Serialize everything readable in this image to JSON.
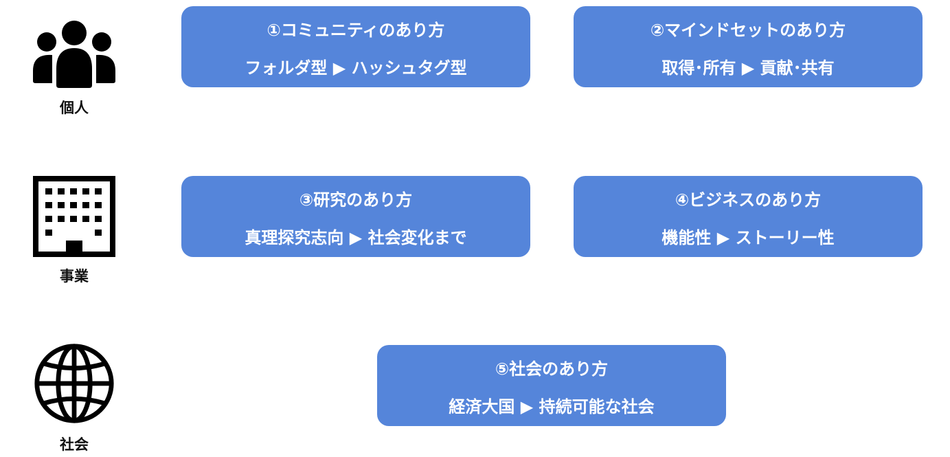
{
  "rows": [
    {
      "label": "個人",
      "icon": "people-icon"
    },
    {
      "label": "事業",
      "icon": "building-icon"
    },
    {
      "label": "社会",
      "icon": "globe-icon"
    }
  ],
  "boxes": [
    {
      "title": "①コミュニティのあり方",
      "shift": "フォルダ型 ▶ ハッシュタグ型"
    },
    {
      "title": "②マインドセットのあり方",
      "shift": "取得･所有 ▶ 貢献･共有"
    },
    {
      "title": "③研究のあり方",
      "shift": "真理探究志向 ▶ 社会変化まで"
    },
    {
      "title": "④ビジネスのあり方",
      "shift": "機能性 ▶ ストーリー性"
    },
    {
      "title": "⑤社会のあり方",
      "shift": "経済大国 ▶ 持続可能な社会"
    }
  ],
  "colors": {
    "box": "#5585DA",
    "icon": "#000000"
  }
}
